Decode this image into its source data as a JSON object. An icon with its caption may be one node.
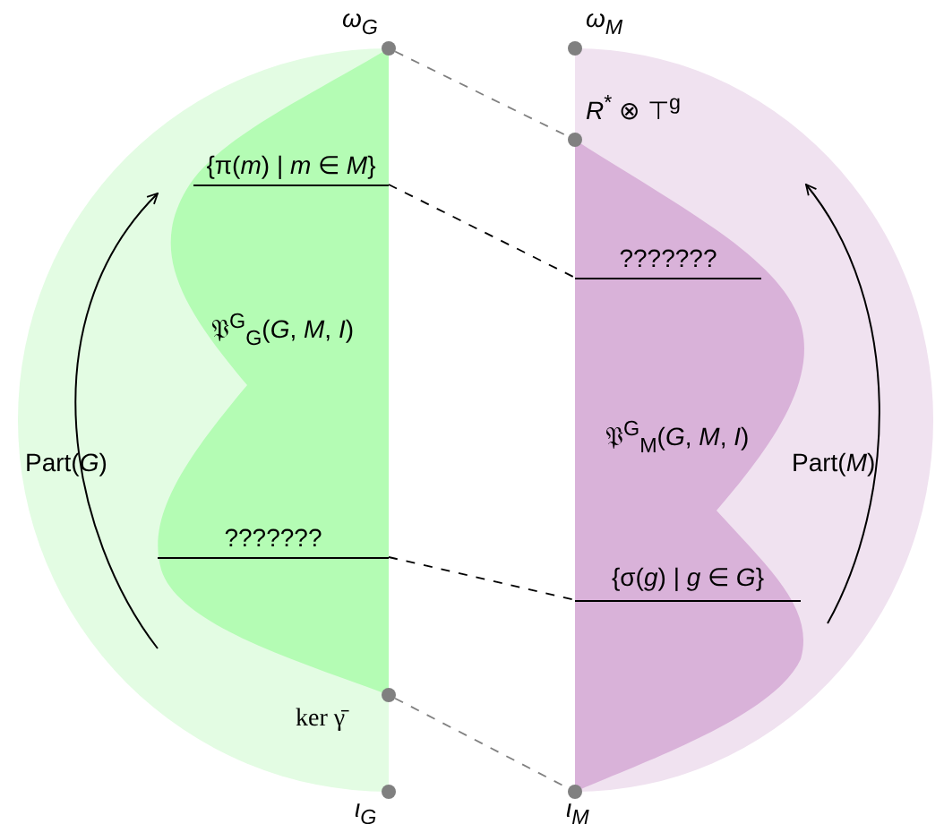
{
  "diagram": {
    "nodes": [
      {
        "text": [],
        "shape": "circle",
        "beside": [
          "ω$_{G}$"
        ]
      },
      {
        "text": [],
        "shape": "circle",
        "beside": [
          "ω$_{M}$"
        ]
      },
      {
        "text": [
          "Part(*G*)"
        ]
      },
      {
        "text": [
          "𝔓$^{G}$$_{G}$(*G*, *M*, *I*)"
        ],
        "in": 2
      },
      {
        "text": [
          "{π(*m*) | *m* ∈ *M*}"
        ],
        "in": 3
      },
      {
        "text": [
          "???????"
        ],
        "in": 3
      },
      {
        "text": [],
        "shape": "circle",
        "beside": [
          "ker γ̄"
        ]
      },
      {
        "text": [],
        "shape": "circle",
        "beside": [
          "ι$_{G}$"
        ]
      },
      {
        "text": [
          "Part(*M*)"
        ]
      },
      {
        "text": [
          "𝔓$^{G}$$_{M}$(*G*, *M*, *I*)"
        ],
        "in": 8
      },
      {
        "text": [],
        "shape": "circle",
        "beside": [
          "*R*$^{*}$ ⊗ ⊤$^{g}$"
        ]
      },
      {
        "text": [
          "???????"
        ],
        "in": 9
      },
      {
        "text": [
          "{σ(*g*) | *g* ∈ *G*}"
        ],
        "in": 9
      },
      {
        "text": [],
        "shape": "circle",
        "beside": [
          "ι$_{M}$"
        ]
      }
    ],
    "edges": [
      {
        "from": 0,
        "to": 10,
        "arrow": "none",
        "style": "dashed",
        "color": "#808080"
      },
      {
        "from": 4,
        "to": 11,
        "arrow": "none",
        "style": "dashed",
        "color": "#000000"
      },
      {
        "from": 5,
        "to": 12,
        "arrow": "none",
        "style": "dashed",
        "color": "#000000"
      },
      {
        "from": 6,
        "to": 13,
        "arrow": "none",
        "style": "dashed",
        "color": "#808080"
      }
    ]
  }
}
